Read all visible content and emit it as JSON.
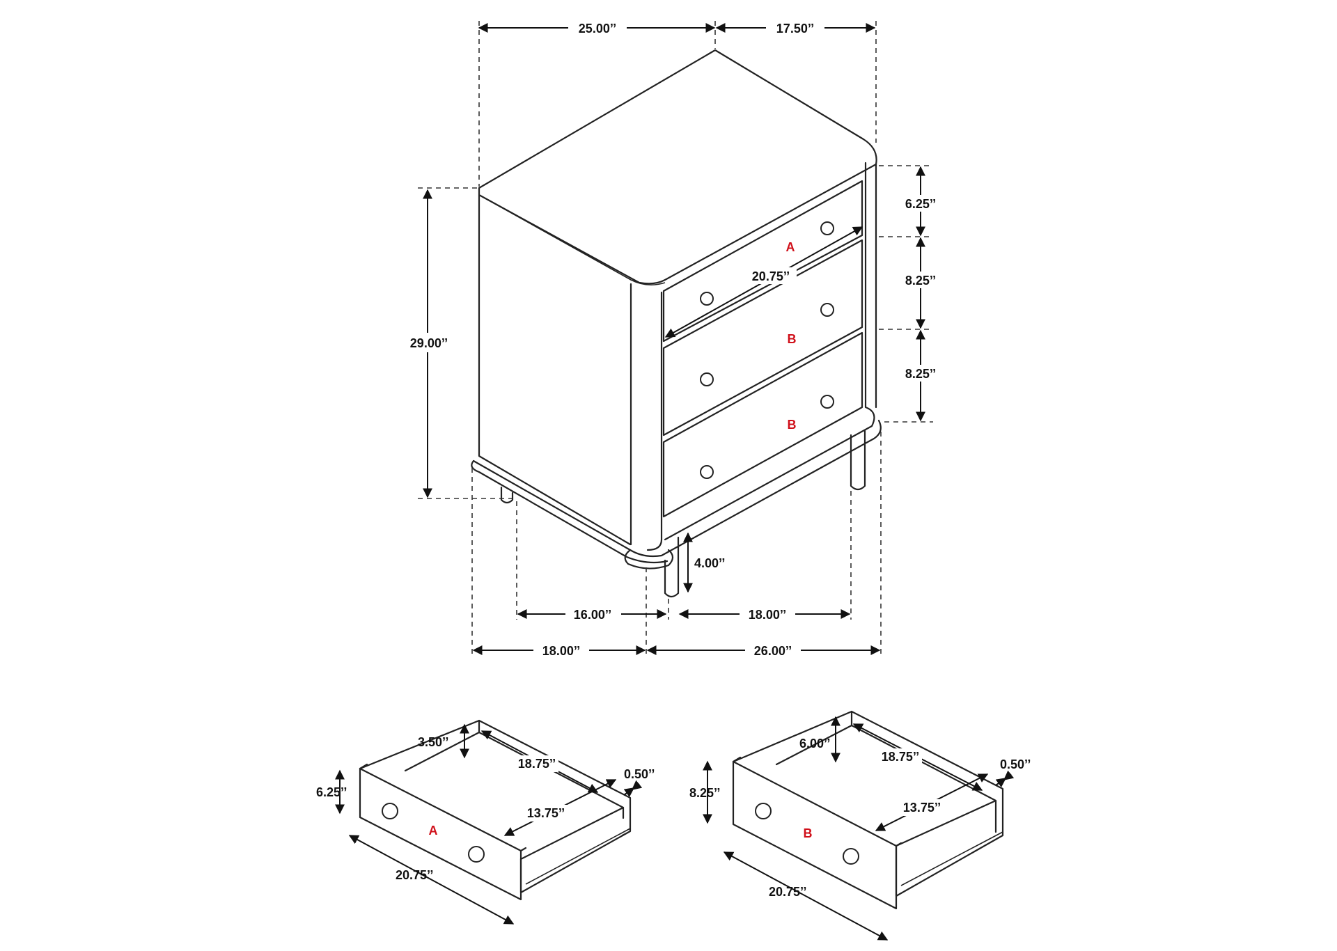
{
  "colors": {
    "line": "#222222",
    "drawer_label": "#d0101a"
  },
  "overall": {
    "top_width": "25.00’’",
    "top_depth": "17.50’’",
    "height": "29.00’’",
    "drawer_a_height": "6.25’’",
    "drawer_b1_height": "8.25’’",
    "drawer_b2_height": "8.25’’",
    "drawer_inner_width": "20.75’’",
    "leg_height": "4.00’’",
    "leg_span_side": "16.00’’",
    "leg_span_front": "18.00’’",
    "base_depth": "18.00’’",
    "base_width": "26.00’’",
    "label_a": "A",
    "label_b1": "B",
    "label_b2": "B"
  },
  "drawer_a": {
    "label": "A",
    "front_height": "6.25’’",
    "inner_height": "3.50’’",
    "inner_depth": "18.75’’",
    "inner_width": "13.75’’",
    "panel_thickness": "0.50’’",
    "front_width": "20.75’’"
  },
  "drawer_b": {
    "label": "B",
    "front_height": "8.25’’",
    "inner_height": "6.00’’",
    "inner_depth": "18.75’’",
    "inner_width": "13.75’’",
    "panel_thickness": "0.50’’",
    "front_width": "20.75’’"
  }
}
